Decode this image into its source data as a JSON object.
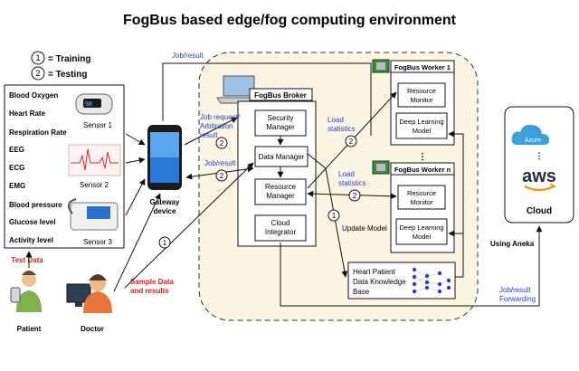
{
  "title": "FogBus based edge/fog computing environment",
  "legend": {
    "one_num": "1",
    "one_label": "= Training",
    "two_num": "2",
    "two_label": "= Testing"
  },
  "sensors": {
    "items": [
      "Blood Oxygen",
      "Heart Rate",
      "Respiration Rate",
      "EEG",
      "ECG",
      "EMG",
      "Blood pressure",
      "Glucose level",
      "Activity level"
    ],
    "sensor1": "Sensor 1",
    "sensor2": "Sensor 2",
    "sensor3": "Sensor 3"
  },
  "gateway": {
    "label1": "Gateway",
    "label2": "device"
  },
  "people": {
    "test_data": "Test Data",
    "patient": "Patient",
    "doctor": "Doctor"
  },
  "sample": {
    "line1": "Sample Data",
    "line2": "and results"
  },
  "broker": {
    "title": "FogBus Broker",
    "security1": "Security",
    "security2": "Manager",
    "data_manager": "Data Manager",
    "resource1": "Resource",
    "resource2": "Manager",
    "cloud1": "Cloud",
    "cloud2": "Integrator"
  },
  "workers": {
    "w1_title": "FogBus Worker 1",
    "wn_title": "FogBus Worker n",
    "res1": "Resource",
    "res2": "Monitor",
    "dl1": "Deep Learning",
    "dl2": "Model",
    "dots": "⋮"
  },
  "knowledge": {
    "line1": "Heart Patient",
    "line2": "Data Knowledge",
    "line3": "Base"
  },
  "labels": {
    "job_result_top": "Job/result",
    "job_request1": "Job request/",
    "job_request2": "Arbitration",
    "job_request3": "result",
    "job_result_mid": "Job/result",
    "load1a": "Load",
    "load1b": "statistics",
    "load2a": "Load",
    "load2b": "statistics",
    "update_model": "Update Model",
    "using_aneka": "Using Aneka",
    "fwd1": "Job/result",
    "fwd2": "Forwarding"
  },
  "cloud": {
    "azure": "Azure",
    "dots": "⋮",
    "aws": "aws",
    "label": "Cloud"
  },
  "colors": {
    "accent_blue": "#1f3fd8",
    "accent_red": "#d61f1f",
    "fog_fill": "#fbf6e4",
    "azure": "#3aa0e0",
    "aws_orange": "#f29100"
  }
}
